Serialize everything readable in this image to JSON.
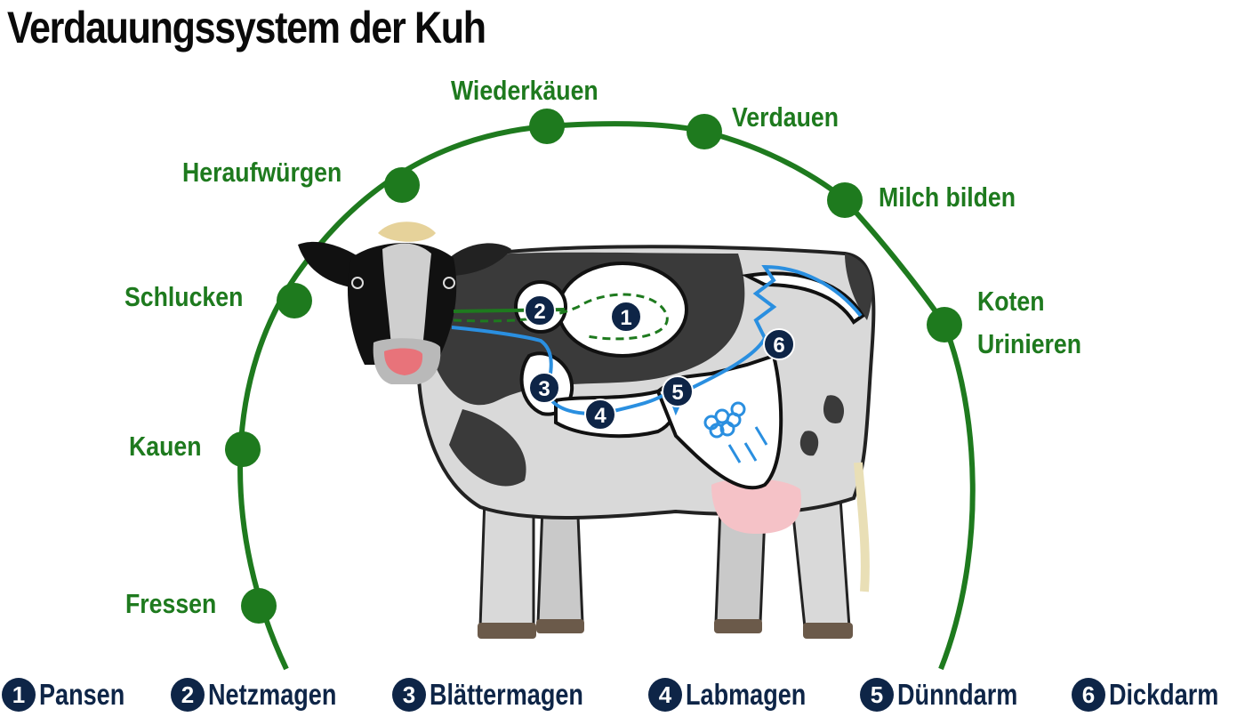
{
  "title": "Verdauungssystem der Kuh",
  "colors": {
    "process_green": "#1e7a1e",
    "organ_navy": "#0e2547",
    "flow_blue": "#2a8fe0",
    "cow_dark": "#3a3a3a",
    "cow_light": "#d9d9d9",
    "nose_pink": "#e8737a",
    "udder_pink": "#f5c2c7",
    "forelock_tan": "#e6d29a"
  },
  "process_stages": [
    {
      "id": "fressen",
      "label": "Fressen"
    },
    {
      "id": "kauen",
      "label": "Kauen"
    },
    {
      "id": "schlucken",
      "label": "Schlucken"
    },
    {
      "id": "heraufwuergen",
      "label": "Heraufwürgen"
    },
    {
      "id": "wiederkaeuen",
      "label": "Wiederkäuen"
    },
    {
      "id": "verdauen",
      "label": "Verdauen"
    },
    {
      "id": "milch-bilden",
      "label": "Milch bilden"
    },
    {
      "id": "koten",
      "label": "Koten",
      "label2": "Urinieren"
    }
  ],
  "organs": [
    {
      "number": "1",
      "name": "Pansen"
    },
    {
      "number": "2",
      "name": "Netzmagen"
    },
    {
      "number": "3",
      "name": "Blättermagen"
    },
    {
      "number": "4",
      "name": "Labmagen"
    },
    {
      "number": "5",
      "name": "Dünndarm"
    },
    {
      "number": "6",
      "name": "Dickdarm"
    }
  ]
}
